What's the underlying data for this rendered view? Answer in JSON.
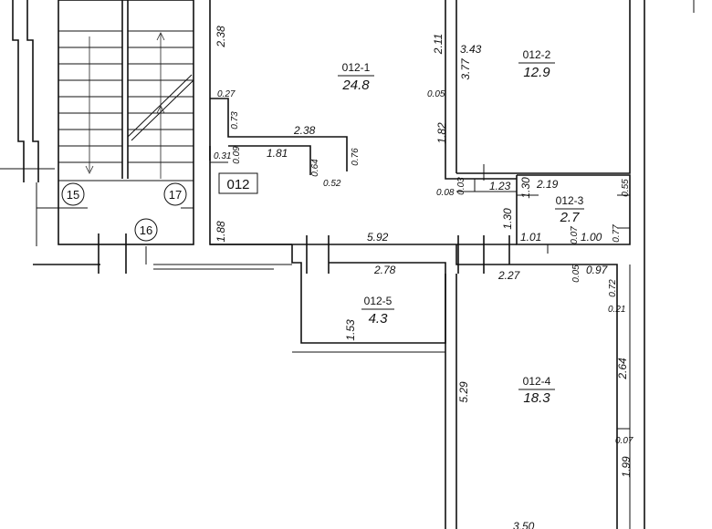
{
  "plan": {
    "apartment_id": "012",
    "stair_markers": [
      "15",
      "17",
      "16"
    ],
    "rooms": [
      {
        "id": "012-1",
        "area": "24.8"
      },
      {
        "id": "012-2",
        "area": "12.9"
      },
      {
        "id": "012-3",
        "area": "2.7"
      },
      {
        "id": "012-4",
        "area": "18.3"
      },
      {
        "id": "012-5",
        "area": "4.3"
      }
    ],
    "dimensions": [
      "2.38",
      "0.27",
      "0.73",
      "2.38",
      "0.31",
      "0.09",
      "1.81",
      "0.64",
      "0.76",
      "0.52",
      "1.88",
      "5.92",
      "2.11",
      "3.43",
      "3.77",
      "0.05",
      "1.82",
      "0.08",
      "0.03",
      "1.23",
      "1.30",
      "2.19",
      "0.55",
      "1.30",
      "1.01",
      "0.07",
      "1.00",
      "0.77",
      "2.78",
      "1.53",
      "2.27",
      "0.05",
      "0.97",
      "0.72",
      "0.21",
      "5.29",
      "2.64",
      "0.07",
      "1.99",
      "3.50"
    ]
  }
}
